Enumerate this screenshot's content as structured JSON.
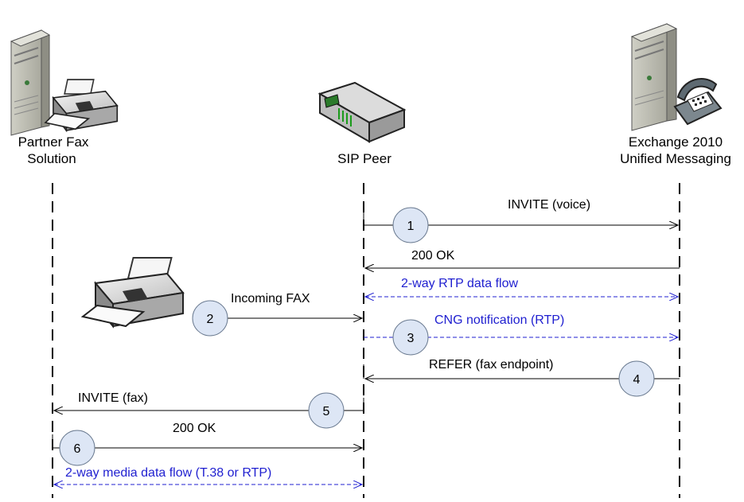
{
  "participants": {
    "fax": {
      "line1": "Partner Fax",
      "line2": "Solution"
    },
    "sip": {
      "line1": "SIP Peer"
    },
    "um": {
      "line1": "Exchange 2010",
      "line2": "Unified Messaging"
    }
  },
  "messages": [
    {
      "step": "1",
      "label": "INVITE (voice)"
    },
    {
      "step": "",
      "label": "200 OK"
    },
    {
      "step": "",
      "label": "2-way RTP data flow"
    },
    {
      "step": "2",
      "label": "Incoming FAX"
    },
    {
      "step": "3",
      "label": "CNG notification (RTP)"
    },
    {
      "step": "4",
      "label": "REFER (fax endpoint)"
    },
    {
      "step": "5",
      "label": "INVITE (fax)"
    },
    {
      "step": "",
      "label": "200 OK"
    },
    {
      "step": "6",
      "label": ""
    },
    {
      "step": "",
      "label": "2-way media data flow (T.38 or RTP)"
    }
  ],
  "colors": {
    "line": "#000000",
    "media": "#1f1fd0",
    "circle_fill": "#dde6f5",
    "circle_stroke": "#6a7a90"
  }
}
